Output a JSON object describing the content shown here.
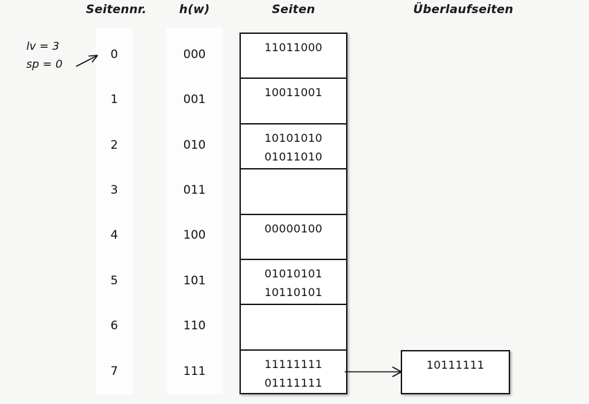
{
  "headers": {
    "seitennr": "Seitennr.",
    "hw": "h(w)",
    "seiten": "Seiten",
    "ueberlaufseiten": "Überlaufseiten"
  },
  "params": {
    "lv": "lv = 3",
    "sp": "sp = 0"
  },
  "directory": [
    {
      "index": "0",
      "hash": "000"
    },
    {
      "index": "1",
      "hash": "001"
    },
    {
      "index": "2",
      "hash": "010"
    },
    {
      "index": "3",
      "hash": "011"
    },
    {
      "index": "4",
      "hash": "100"
    },
    {
      "index": "5",
      "hash": "101"
    },
    {
      "index": "6",
      "hash": "110"
    },
    {
      "index": "7",
      "hash": "111"
    }
  ],
  "pages": [
    {
      "entries": [
        "11011000"
      ]
    },
    {
      "entries": [
        "10011001"
      ]
    },
    {
      "entries": [
        "10101010",
        "01011010"
      ]
    },
    {
      "entries": []
    },
    {
      "entries": [
        "00000100"
      ]
    },
    {
      "entries": [
        "01010101",
        "10110101"
      ]
    },
    {
      "entries": []
    },
    {
      "entries": [
        "11111111",
        "01111111"
      ]
    }
  ],
  "overflow_pages": [
    {
      "from_page": "7",
      "entries": [
        "10111111"
      ]
    }
  ],
  "colors": {
    "background": "#f7f7f6",
    "strip": "#fdfdfd",
    "box_fill": "#ffffff",
    "line": "#1a1a1a",
    "text": "#111111"
  }
}
